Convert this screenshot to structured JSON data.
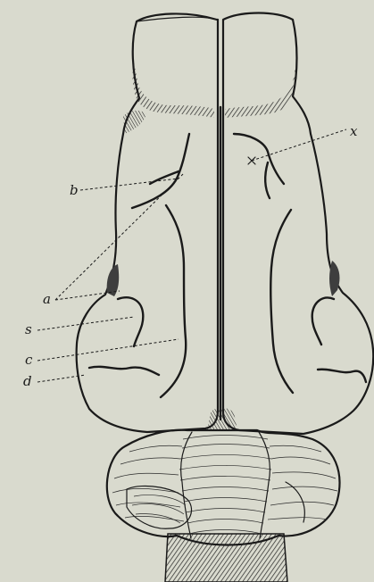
{
  "figure": {
    "labels": {
      "b": "b",
      "a": "a",
      "s": "s",
      "c": "c",
      "d": "d",
      "x": "x"
    },
    "colors": {
      "paper": "#d9dace",
      "ink": "#1a1a1a",
      "shade": "#4a4a4a"
    }
  }
}
